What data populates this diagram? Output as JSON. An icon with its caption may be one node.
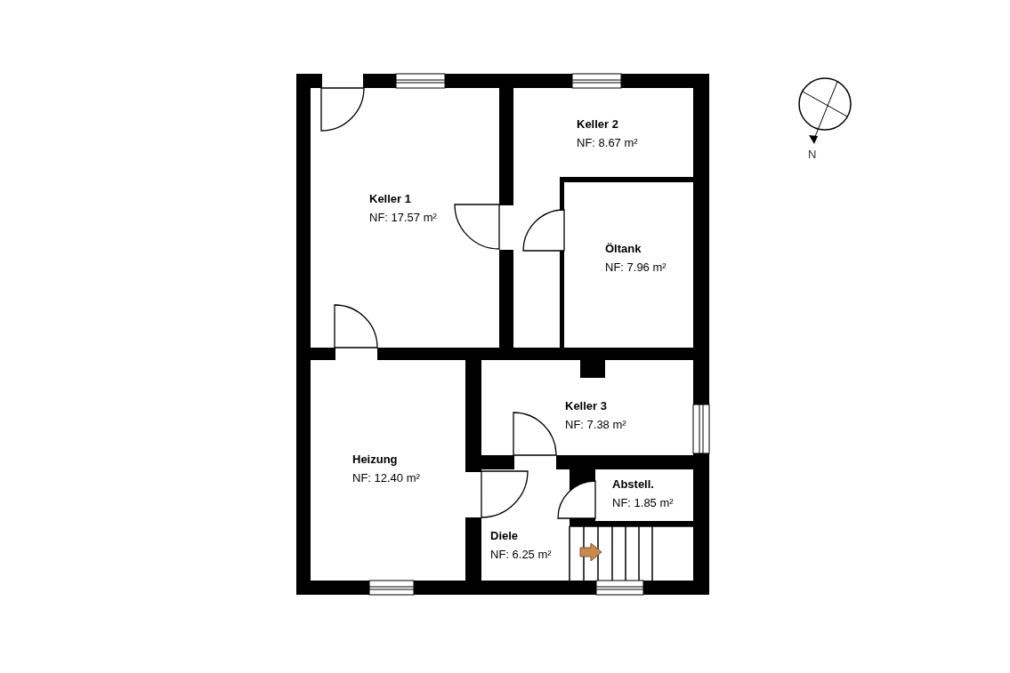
{
  "diagram": {
    "nodes": [
      {
        "text": [
          "Keller 2",
          "NF: 8.67 m²"
        ]
      },
      {
        "text": [
          "Keller 1",
          "NF: 17.57 m²"
        ]
      },
      {
        "text": [
          "Öltank",
          "NF: 7.96 m²"
        ]
      },
      {
        "text": [
          "Keller 3",
          "NF: 7.38 m²"
        ]
      },
      {
        "text": [
          "Heizung",
          "NF: 12.40 m²"
        ]
      },
      {
        "text": [
          "Abstell.",
          "NF: 1.85 m²"
        ]
      },
      {
        "text": [
          "Diele",
          "NF: 6.25 m²"
        ]
      }
    ],
    "labels": [
      "N"
    ]
  }
}
